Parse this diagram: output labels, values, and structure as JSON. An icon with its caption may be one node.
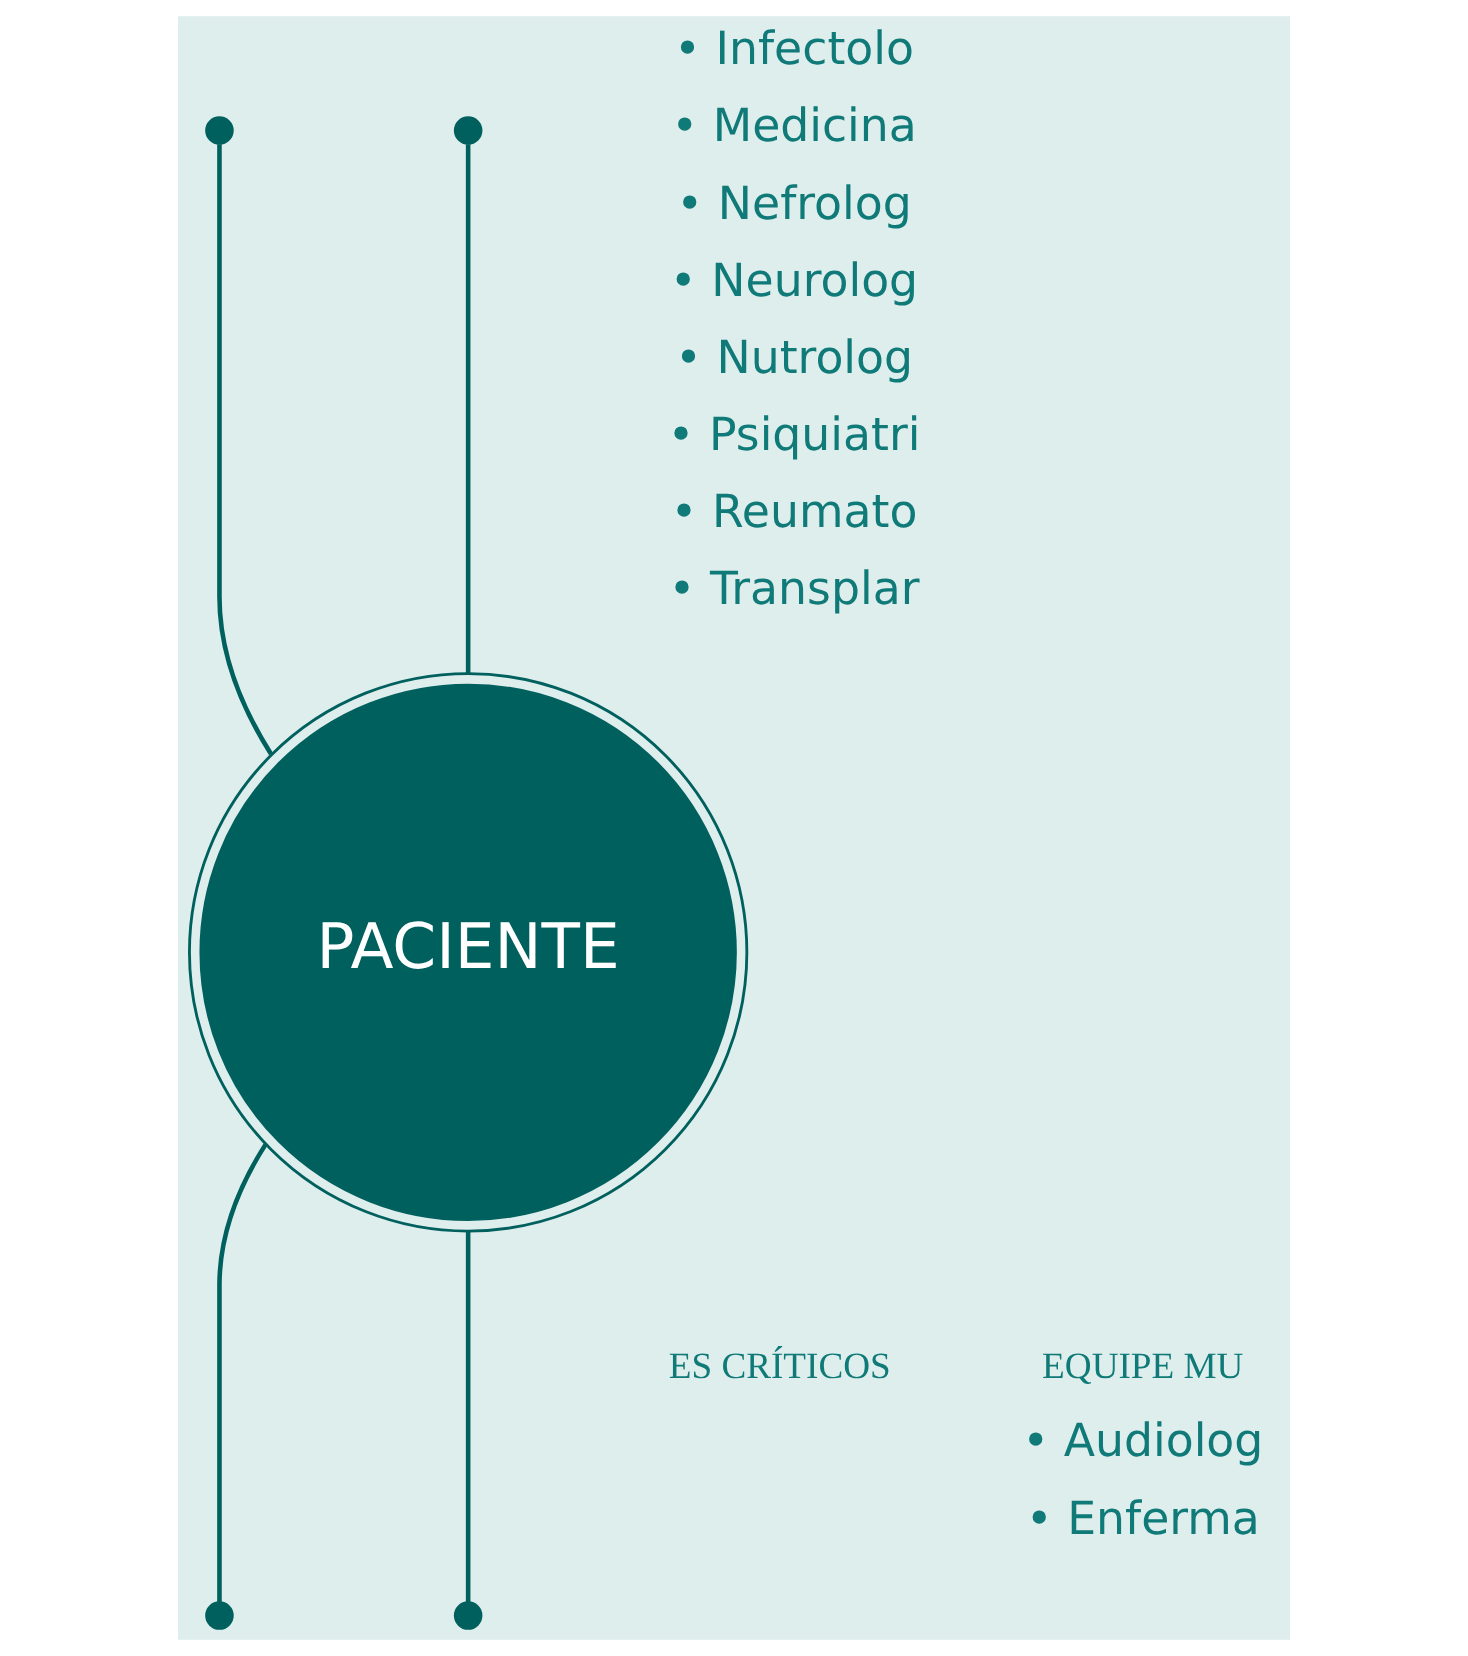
{
  "diagram": {
    "nodes": [
      {
        "text": [],
        "shape": "circle"
      },
      {
        "text": [],
        "shape": "circle"
      },
      {
        "text": [
          "PACIENTE"
        ]
      },
      {
        "text": [],
        "shape": "circle"
      },
      {
        "text": [],
        "shape": "circle"
      }
    ],
    "edges": [
      {
        "from": 0,
        "to": 2,
        "arrow": "none"
      },
      {
        "from": 1,
        "to": 2,
        "arrow": "none"
      },
      {
        "from": 3,
        "to": 2,
        "arrow": "none"
      },
      {
        "from": 4,
        "to": 2,
        "arrow": "none"
      }
    ],
    "labels": [
      "• Infectolo",
      "• Medicina",
      "• Nefrolog",
      "• Neurolog",
      "• Nutrolog",
      "• Psiquiatri",
      "• Reumato",
      "• Transplar",
      "ES CRÍTICOS",
      "EQUIPE MU",
      "• Audiolog",
      "• Enferma"
    ]
  }
}
